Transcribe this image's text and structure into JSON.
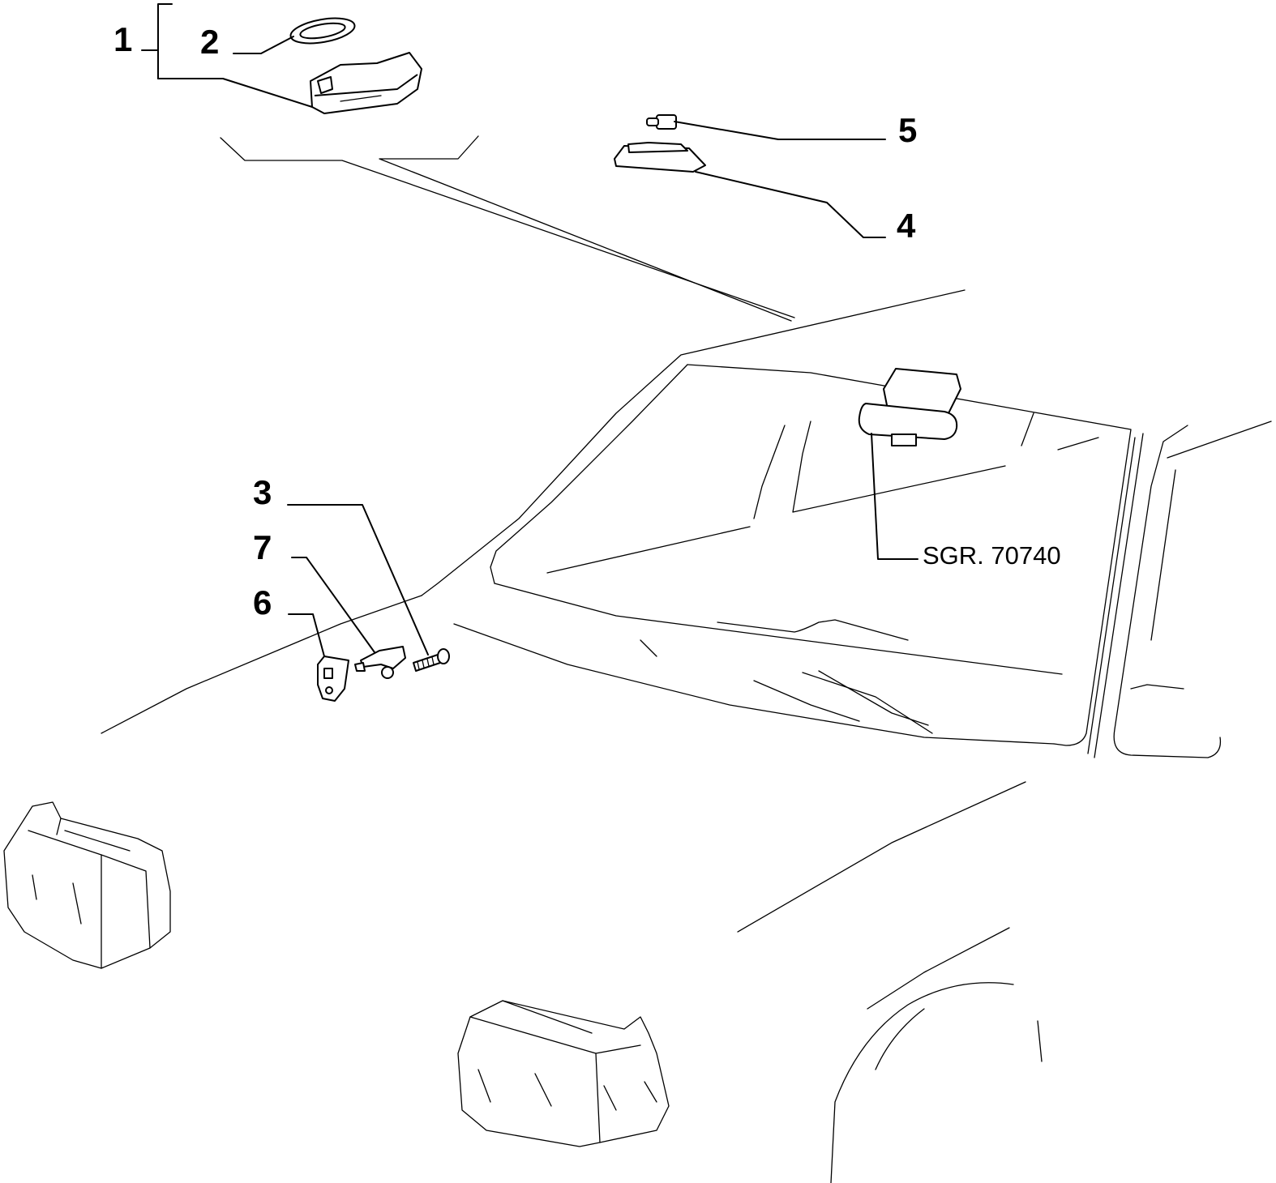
{
  "callouts": {
    "c1": "1",
    "c2": "2",
    "c3": "3",
    "c4": "4",
    "c5": "5",
    "c6": "6",
    "c7": "7"
  },
  "reference": "SGR. 70740",
  "parts": [
    {
      "number": "1",
      "icon": "dome-lamp-assembly-icon"
    },
    {
      "number": "2",
      "icon": "festoon-bulb-icon"
    },
    {
      "number": "3",
      "icon": "screw-icon"
    },
    {
      "number": "4",
      "icon": "courtesy-lamp-housing-icon"
    },
    {
      "number": "5",
      "icon": "small-bulb-icon"
    },
    {
      "number": "6",
      "icon": "switch-bracket-icon"
    },
    {
      "number": "7",
      "icon": "door-switch-icon"
    }
  ]
}
